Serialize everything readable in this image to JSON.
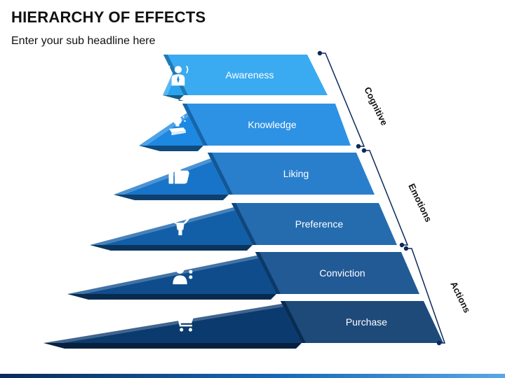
{
  "title": "HIERARCHY OF EFFECTS",
  "subtitle": "Enter your sub headline here",
  "levels": [
    {
      "label": "Awareness",
      "icon": "person-broadcast-icon"
    },
    {
      "label": "Knowledge",
      "icon": "book-lightbulb-icon"
    },
    {
      "label": "Liking",
      "icon": "thumbs-up-icon"
    },
    {
      "label": "Preference",
      "icon": "person-choice-icon"
    },
    {
      "label": "Conviction",
      "icon": "decision-woman-icon"
    },
    {
      "label": "Purchase",
      "icon": "shopping-cart-icon"
    }
  ],
  "groups": [
    {
      "label": "Cognitive"
    },
    {
      "label": "Emotions"
    },
    {
      "label": "Actions"
    }
  ],
  "colors": {
    "tier_face": [
      "#29a3f0",
      "#1c88e2",
      "#1874c8",
      "#125fa8",
      "#0e4c8c",
      "#0a3a6e"
    ],
    "bracket": "#0b2a5a",
    "text_light": "#ffffff",
    "text_dark": "#111111"
  }
}
